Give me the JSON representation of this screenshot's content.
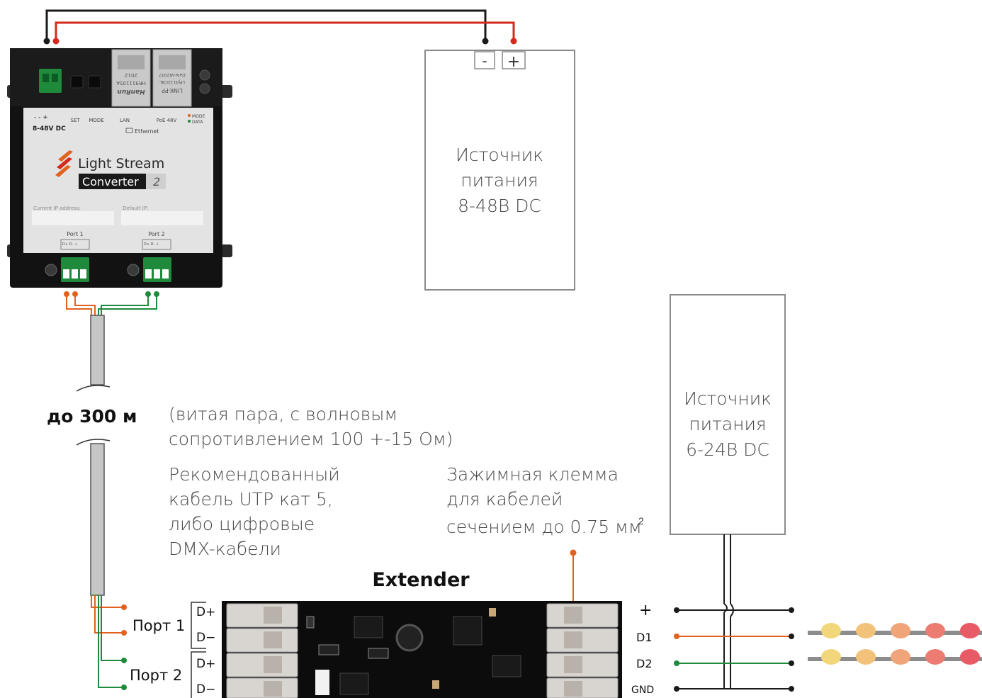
{
  "converter": {
    "power_terminal": "- - +",
    "power_label": "8-48V DC",
    "set_label": "SET",
    "mode_label": "MODE",
    "lan_label": "LAN",
    "poe_label": "PoE 48V",
    "led_mode": "MODE",
    "led_data": "DATA",
    "ethernet_label": "Ethernet",
    "brand": "Light Stream",
    "product": "Converter",
    "version": "2",
    "current_ip_label": "Current IP address:",
    "default_ip_label": "Default IP:",
    "port1_label": "Port 1",
    "port2_label": "Port 2",
    "port_pins": "D+ D- ⏚",
    "jack1_brand": "HanRun",
    "jack1_model": "HR911105A",
    "jack1_year": "2012",
    "jack2_brand": "LINK-PP",
    "jack2_model": "LPJ4112CNL",
    "jack2_date": "Date:W2037"
  },
  "psu1": {
    "line1": "Источник",
    "line2": "питания",
    "line3": "8-48В DC",
    "minus": "-",
    "plus": "+"
  },
  "psu2": {
    "line1": "Источник",
    "line2": "питания",
    "line3": "6-24В DC"
  },
  "cable": {
    "distance": "до 300 м",
    "note_line1": "(витая пара, с волновым",
    "note_line2": "сопротивлением 100 +-15 Ом)",
    "rec_line1": "Рекомендованный",
    "rec_line2": "кабель UTP кат 5,",
    "rec_line3": "либо цифровые",
    "rec_line4": "DMX-кабели"
  },
  "terminal_note": {
    "line1": "Зажимная клемма",
    "line2": "для кабелей",
    "line3": "сечением до 0.75 мм",
    "sup": "2"
  },
  "extender": {
    "title": "Extender",
    "port1": "Порт 1",
    "port2": "Порт 2",
    "dplus": "D+",
    "dminus": "D−",
    "out_plus": "+",
    "out_d1": "D1",
    "out_d2": "D2",
    "out_gnd": "GND"
  },
  "colors": {
    "red_wire": "#d4291c",
    "black_wire": "#1a1a1a",
    "orange_wire": "#e0621e",
    "green_wire": "#1e8a3c",
    "box_border": "#8a8a8a",
    "text": "#3a3a3a"
  }
}
